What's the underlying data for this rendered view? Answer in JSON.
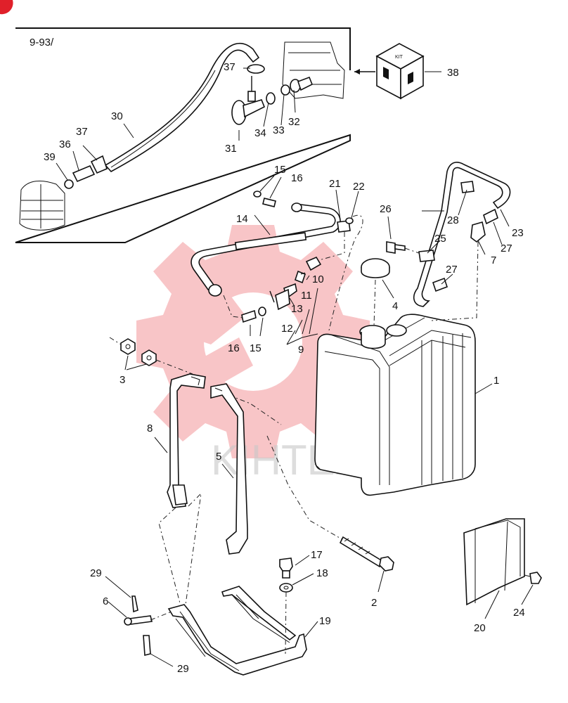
{
  "inset_label": "9-93/",
  "watermark_text": "KIHTEX",
  "kit_box_text": "KIT",
  "callouts": {
    "c1": "1",
    "c2": "2",
    "c3": "3",
    "c4": "4",
    "c5": "5",
    "c6": "6",
    "c7": "7",
    "c8": "8",
    "c9": "9",
    "c10": "10",
    "c11": "11",
    "c12": "12",
    "c13": "13",
    "c14": "14",
    "c15a": "15",
    "c15b": "15",
    "c16a": "16",
    "c16b": "16",
    "c17": "17",
    "c18": "18",
    "c19": "19",
    "c20": "20",
    "c21": "21",
    "c22": "22",
    "c23": "23",
    "c24": "24",
    "c25": "25",
    "c26": "26",
    "c27a": "27",
    "c27b": "27",
    "c28": "28",
    "c29a": "29",
    "c29b": "29",
    "c30": "30",
    "c31": "31",
    "c32": "32",
    "c33": "33",
    "c34": "34",
    "c36": "36",
    "c37a": "37",
    "c37b": "37",
    "c38": "38",
    "c39": "39"
  },
  "colors": {
    "watermark": "#e8343a",
    "ink": "#111111",
    "corner_badge": "#e0202a"
  }
}
